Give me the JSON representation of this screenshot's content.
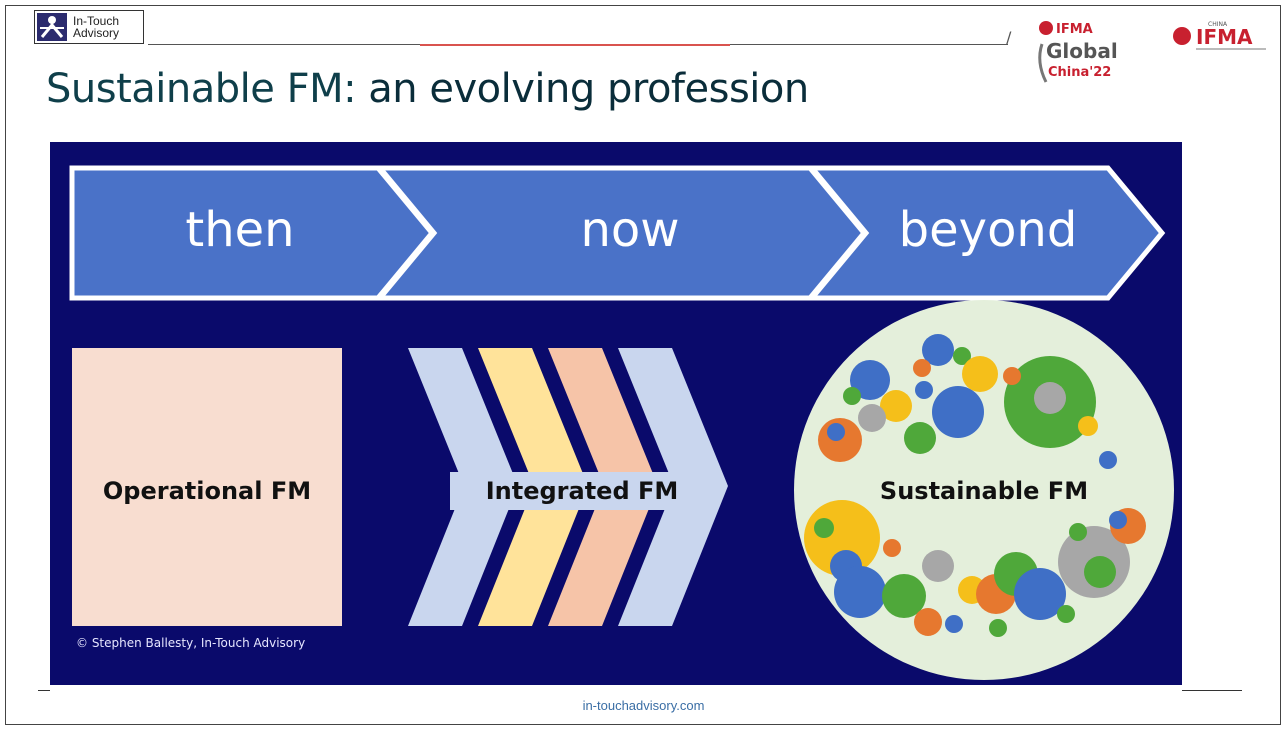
{
  "header": {
    "logo_line1": "In-Touch",
    "logo_line2": "Advisory",
    "title_part1": "Sustainable FM: ",
    "title_part2": "an evolving profession",
    "ifma_global_top": "IFMA",
    "ifma_global_mid": "Global",
    "ifma_global_bottom": "China'22",
    "ifma_china_label": "CHINA",
    "ifma_china_brand": "IFMA"
  },
  "slide": {
    "phases": [
      "then",
      "now",
      "beyond"
    ],
    "stages": [
      "Operational FM",
      "Integrated FM",
      "Sustainable FM"
    ],
    "copyright": "© Stephen Ballesty, In-Touch Advisory"
  },
  "footer": {
    "url": "in-touchadvisory.com"
  },
  "colors": {
    "navy": "#0a0a6b",
    "chevron_blue": "#4a72c8",
    "peach": "#f8ddd0",
    "light_blue": "#c9d6ee",
    "yellow": "#ffe39a",
    "salmon": "#f6c4a8",
    "circle_bg": "#e4efdb",
    "green": "#4fa83a",
    "blue": "#3f6fc6",
    "orange": "#e6782f",
    "gold": "#f5bf1a",
    "grey": "#a7a7a7"
  }
}
